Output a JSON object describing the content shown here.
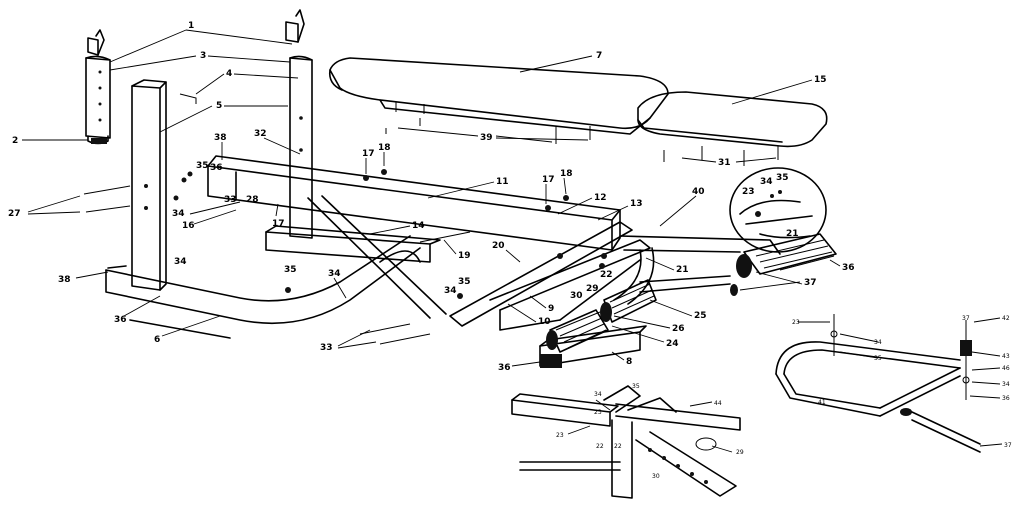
{
  "callouts": [
    {
      "id": "c1",
      "text": "1"
    },
    {
      "id": "c2",
      "text": "2"
    },
    {
      "id": "c3",
      "text": "3"
    },
    {
      "id": "c4",
      "text": "4"
    },
    {
      "id": "c5",
      "text": "5"
    },
    {
      "id": "c6",
      "text": "6"
    },
    {
      "id": "c7",
      "text": "7"
    },
    {
      "id": "c8",
      "text": "8"
    },
    {
      "id": "c9",
      "text": "9"
    },
    {
      "id": "c10",
      "text": "10"
    },
    {
      "id": "c11",
      "text": "11"
    },
    {
      "id": "c12",
      "text": "12"
    },
    {
      "id": "c13",
      "text": "13"
    },
    {
      "id": "c14",
      "text": "14"
    },
    {
      "id": "c15",
      "text": "15"
    },
    {
      "id": "c16",
      "text": "16"
    },
    {
      "id": "c17a",
      "text": "17"
    },
    {
      "id": "c17b",
      "text": "17"
    },
    {
      "id": "c17c",
      "text": "17"
    },
    {
      "id": "c18a",
      "text": "18"
    },
    {
      "id": "c18b",
      "text": "18"
    },
    {
      "id": "c19",
      "text": "19"
    },
    {
      "id": "c20",
      "text": "20"
    },
    {
      "id": "c21a",
      "text": "21"
    },
    {
      "id": "c21b",
      "text": "21"
    },
    {
      "id": "c22",
      "text": "22"
    },
    {
      "id": "c23",
      "text": "23"
    },
    {
      "id": "c24",
      "text": "24"
    },
    {
      "id": "c25",
      "text": "25"
    },
    {
      "id": "c26",
      "text": "26"
    },
    {
      "id": "c27",
      "text": "27"
    },
    {
      "id": "c28",
      "text": "28"
    },
    {
      "id": "c29",
      "text": "29"
    },
    {
      "id": "c30",
      "text": "30"
    },
    {
      "id": "c31",
      "text": "31"
    },
    {
      "id": "c32",
      "text": "32"
    },
    {
      "id": "c33a",
      "text": "33"
    },
    {
      "id": "c33b",
      "text": "33"
    },
    {
      "id": "c34a",
      "text": "34"
    },
    {
      "id": "c34b",
      "text": "34"
    },
    {
      "id": "c34c",
      "text": "34"
    },
    {
      "id": "c34d",
      "text": "34"
    },
    {
      "id": "c34e",
      "text": "34"
    },
    {
      "id": "c35a",
      "text": "35"
    },
    {
      "id": "c35b",
      "text": "35"
    },
    {
      "id": "c35c",
      "text": "35"
    },
    {
      "id": "c35d",
      "text": "35"
    },
    {
      "id": "c36a",
      "text": "36"
    },
    {
      "id": "c36b",
      "text": "36"
    },
    {
      "id": "c36c",
      "text": "36"
    },
    {
      "id": "c36d",
      "text": "36"
    },
    {
      "id": "c37",
      "text": "37"
    },
    {
      "id": "c38a",
      "text": "38"
    },
    {
      "id": "c38b",
      "text": "38"
    },
    {
      "id": "c39",
      "text": "39"
    },
    {
      "id": "c40",
      "text": "40"
    }
  ],
  "inset_callouts": [
    {
      "id": "i23a",
      "text": "23"
    },
    {
      "id": "i34a",
      "text": "34"
    },
    {
      "id": "i35a",
      "text": "35"
    },
    {
      "id": "i22a",
      "text": "22"
    },
    {
      "id": "i44a",
      "text": "44"
    },
    {
      "id": "i23b",
      "text": "23"
    },
    {
      "id": "i22b",
      "text": "22"
    },
    {
      "id": "i30",
      "text": "30"
    },
    {
      "id": "i29",
      "text": "29"
    },
    {
      "id": "i23c",
      "text": "23"
    },
    {
      "id": "i34b",
      "text": "34"
    },
    {
      "id": "i35b",
      "text": "35"
    },
    {
      "id": "i41",
      "text": "41"
    },
    {
      "id": "i37a",
      "text": "37"
    },
    {
      "id": "i42",
      "text": "42"
    },
    {
      "id": "i43",
      "text": "43"
    },
    {
      "id": "i46",
      "text": "46"
    },
    {
      "id": "i34c",
      "text": "34"
    },
    {
      "id": "i36",
      "text": "36"
    },
    {
      "id": "i37b",
      "text": "37"
    }
  ]
}
